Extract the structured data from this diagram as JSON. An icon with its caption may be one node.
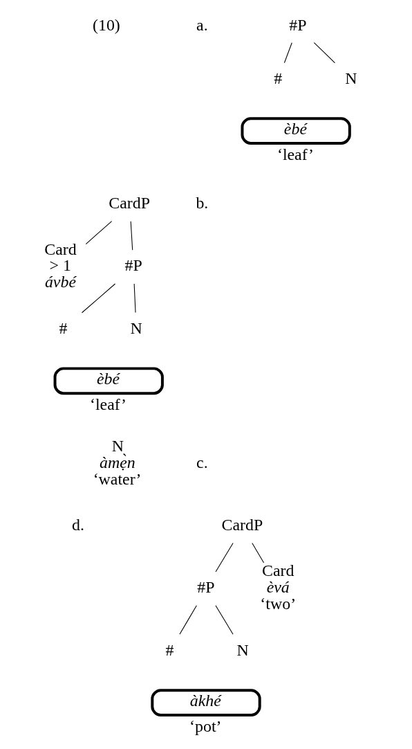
{
  "diagram": {
    "nodes": [
      {
        "text": [
          "#P"
        ]
      },
      {
        "text": [
          "#"
        ]
      },
      {
        "text": [
          "N"
        ]
      },
      {
        "text": [
          "CardP"
        ]
      },
      {
        "text": [
          "Card",
          "> 1",
          "ávbé"
        ]
      },
      {
        "text": [
          "#P"
        ]
      },
      {
        "text": [
          "#"
        ]
      },
      {
        "text": [
          "N"
        ]
      },
      {
        "text": [
          "CardP"
        ]
      },
      {
        "text": [
          "#P"
        ]
      },
      {
        "text": [
          "Card",
          "èvá",
          "‘two’"
        ]
      },
      {
        "text": [
          "#"
        ]
      },
      {
        "text": [
          "N"
        ]
      }
    ],
    "edges": [
      {
        "from": 0,
        "to": 1,
        "arrow": "none"
      },
      {
        "from": 0,
        "to": 2,
        "arrow": "none"
      },
      {
        "from": 3,
        "to": 4,
        "arrow": "none"
      },
      {
        "from": 3,
        "to": 5,
        "arrow": "none"
      },
      {
        "from": 5,
        "to": 6,
        "arrow": "none"
      },
      {
        "from": 5,
        "to": 7,
        "arrow": "none"
      },
      {
        "from": 8,
        "to": 9,
        "arrow": "none"
      },
      {
        "from": 8,
        "to": 10,
        "arrow": "none"
      },
      {
        "from": 9,
        "to": 11,
        "arrow": "none"
      },
      {
        "from": 9,
        "to": 12,
        "arrow": "none"
      }
    ],
    "labels": [
      "(10)",
      "a.",
      "èbé",
      "‘leaf’",
      "b.",
      "èbé",
      "‘leaf’",
      "c.",
      "N",
      "àmẹ̀n",
      "‘water’",
      "d.",
      "àkhé",
      "‘pot’"
    ]
  }
}
